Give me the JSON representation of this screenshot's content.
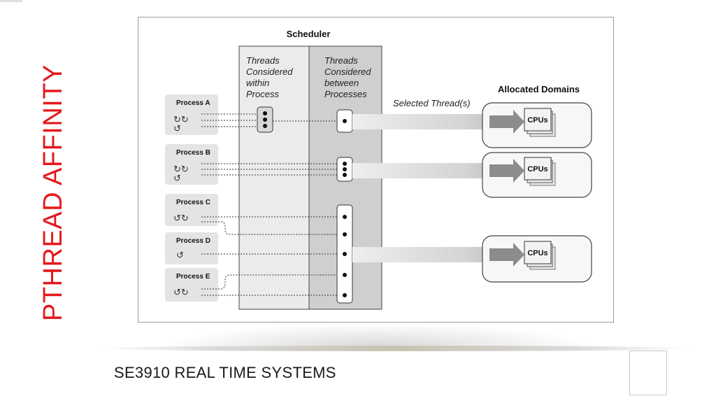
{
  "slide": {
    "title": "PTHREAD AFFINITY",
    "footer": "SE3910 REAL TIME SYSTEMS"
  },
  "diagram": {
    "scheduler_title": "Scheduler",
    "column_within": [
      "Threads",
      "Considered",
      "within",
      "Process"
    ],
    "column_between": [
      "Threads",
      "Considered",
      "between",
      "Processes"
    ],
    "selected_label": "Selected Thread(s)",
    "domains_title": "Allocated Domains",
    "processes": [
      "Process A",
      "Process B",
      "Process C",
      "Process D",
      "Process E"
    ],
    "cpu_label": "CPUs"
  },
  "colors": {
    "title_red": "#e4181c",
    "scheduler_left": "#ebebeb",
    "scheduler_right": "#cfcfcf",
    "arrow_gray": "#c8c8c8"
  }
}
